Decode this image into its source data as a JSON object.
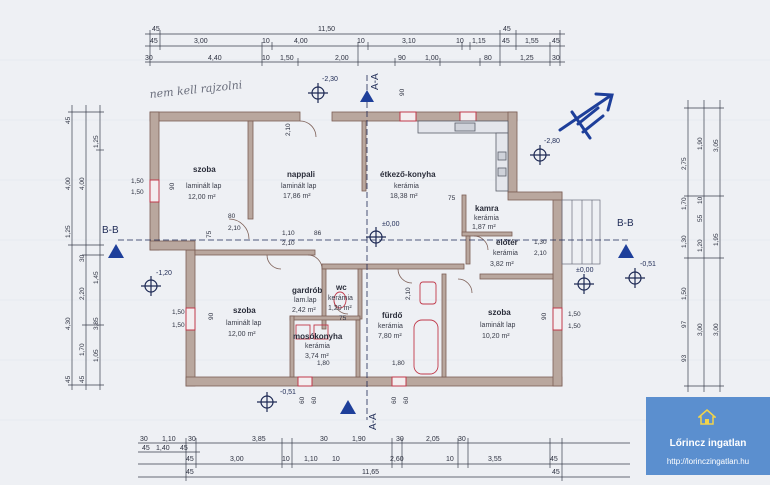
{
  "note": "nem kell rajzolni",
  "rooms": [
    {
      "name": "szoba",
      "floor": "laminált lap",
      "area": "12,00 m²"
    },
    {
      "name": "nappali",
      "floor": "laminált lap",
      "area": "17,86 m²"
    },
    {
      "name": "étkező-konyha",
      "floor": "kerámia",
      "area": "18,38 m²"
    },
    {
      "name": "kamra",
      "floor": "kerámia",
      "area": "1,87 m²"
    },
    {
      "name": "előtér",
      "floor": "kerámia",
      "area": "3,82 m²"
    },
    {
      "name": "szoba",
      "floor": "laminált lap",
      "area": "12,00 m²"
    },
    {
      "name": "gardrób",
      "floor": "lam.lap",
      "area": "2,42 m²"
    },
    {
      "name": "wc",
      "floor": "kerámia",
      "area": "1,20 m²"
    },
    {
      "name": "fürdő",
      "floor": "kerámia",
      "area": "7,80 m²"
    },
    {
      "name": "mosókonyha",
      "floor": "kerámia",
      "area": "3,74 m²"
    },
    {
      "name": "szoba",
      "floor": "laminált lap",
      "area": "10,20 m²"
    }
  ],
  "levels": [
    "-2,30",
    "-2,80",
    "±0,00",
    "±0,00",
    "-1,20",
    "-0,51",
    "-0,51"
  ],
  "sections": {
    "aa_top": "A-A",
    "aa_bottom": "A-A",
    "bb_left": "B-B",
    "bb_right": "B-B"
  },
  "top_dims": {
    "row1": [
      "45",
      "11,50",
      "45"
    ],
    "row2": [
      "45",
      "3,00",
      "10",
      "4,00",
      "10",
      "3,10",
      "10",
      "1,15",
      "45",
      "1,55",
      "45"
    ],
    "row3": [
      "30",
      "4,40",
      "10",
      "1,50",
      "2,00",
      "90",
      "1,00",
      "80",
      "1,25",
      "30"
    ]
  },
  "bottom_dims": {
    "row1": [
      "30",
      "1,10",
      "30",
      "3,85",
      "30",
      "1,90",
      "30",
      "2,05",
      "30"
    ],
    "row2": [
      "45",
      "1,40",
      "45"
    ],
    "row3": [
      "45",
      "3,00",
      "10",
      "1,10",
      "10",
      "2,60",
      "10",
      "3,55",
      "45"
    ],
    "row4": [
      "45",
      "11,65",
      "45"
    ]
  },
  "left_dims": {
    "col1": [
      "45",
      "4,00",
      "1,25",
      "4,30",
      "45"
    ],
    "col2": [
      "4,00",
      "30",
      "2,20",
      "1,70",
      "45"
    ],
    "col3": [
      "1,25",
      "1,45",
      "3,85",
      "1,05"
    ]
  },
  "right_dims": {
    "col1": [
      "2,75",
      "1,70",
      "1,30",
      "1,50",
      "97",
      "93"
    ],
    "col2": [
      "1,90",
      "10",
      "55",
      "1,20",
      "3,00"
    ],
    "col3": [
      "3,05",
      "1,95",
      "3,00"
    ]
  },
  "opening_labels": [
    "1,50",
    "1,50",
    "1,50",
    "1,50",
    "1,50",
    "1,50",
    "90",
    "90",
    "90",
    "90",
    "60",
    "60",
    "60",
    "60",
    "2,10",
    "2,10",
    "2,10",
    "2,10",
    "2,10",
    "1,30",
    "1,10",
    "1,80",
    "1,80",
    "75",
    "75",
    "75",
    "86",
    "80"
  ],
  "logo": {
    "brand": "Lőrincz ingatlan",
    "site": "http://lorinczingatlan.hu"
  },
  "colors": {
    "wall": "#b9a79e",
    "wall_stroke": "#7c5e55",
    "accent": "#1e3f9a",
    "paper": "#eef0f4",
    "logo_bg": "#5b8fcf"
  }
}
